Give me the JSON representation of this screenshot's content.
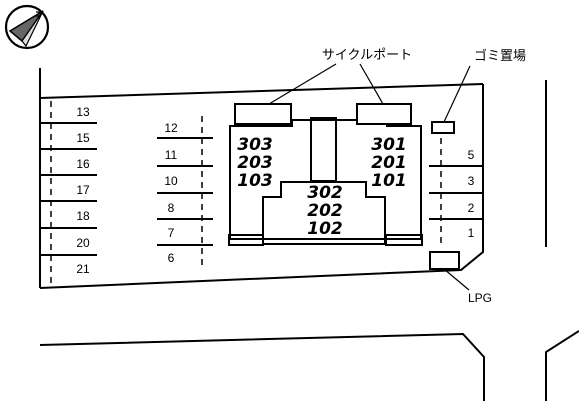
{
  "labels": {
    "cycle_port": "サイクルポート",
    "garbage": "ゴミ置場",
    "lpg": "LPG"
  },
  "units": {
    "left": [
      "303",
      "203",
      "103"
    ],
    "right": [
      "301",
      "201",
      "101"
    ],
    "center": [
      "302",
      "202",
      "102"
    ]
  },
  "parking": {
    "west": [
      "13",
      "15",
      "16",
      "17",
      "18",
      "20",
      "21"
    ],
    "middle": [
      "12",
      "11",
      "10",
      "8",
      "7",
      "6"
    ],
    "east": [
      "5",
      "3",
      "2",
      "1"
    ]
  }
}
